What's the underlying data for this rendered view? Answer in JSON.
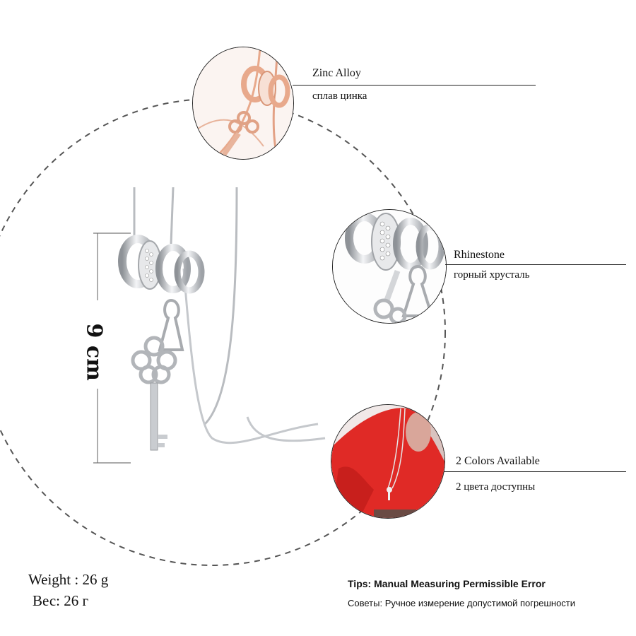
{
  "dimension": {
    "label": "9 cm"
  },
  "callouts": [
    {
      "en": "Zinc Alloy",
      "ru": "сплав цинка"
    },
    {
      "en": "Rhinestone",
      "ru": "горный хрусталь"
    },
    {
      "en": "2 Colors Available",
      "ru": "2 цвета доступны"
    }
  ],
  "weight": {
    "en": "Weight : 26 g",
    "ru": "Вес: 26 г"
  },
  "tips": {
    "en": "Tips: Manual Measuring Permissible Error",
    "ru": "Советы: Ручное измерение допустимой погрешности"
  },
  "colors": {
    "silver": "#c9ccd1",
    "rose_gold": "#e8a98c",
    "red_sweater": "#e02a26",
    "dashed": "#555555"
  }
}
